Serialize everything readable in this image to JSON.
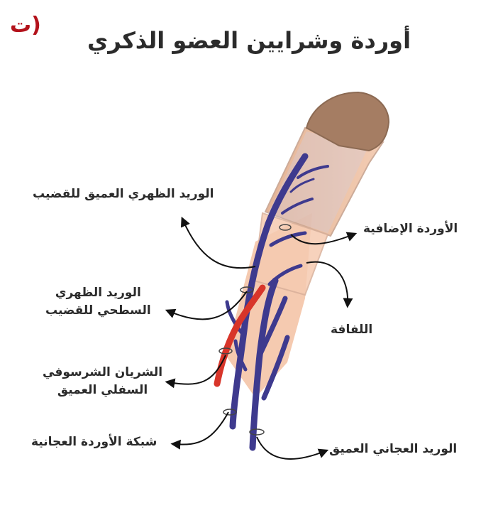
{
  "header": {
    "badge": "(ت",
    "title": "أوردة وشرايين العضو الذكري"
  },
  "labels": {
    "deep_dorsal_vein": "الوريد الظهري العميق للقضيب",
    "superficial_dorsal_vein_1": "الوريد الظهري",
    "superficial_dorsal_vein_2": "السطحي للقضيب",
    "deep_artery_1": "الشريان الشرسوفي",
    "deep_artery_2": "السفلي العميق",
    "perineal_plexus": "شبكة الأوردة العجانية",
    "emissary_veins": "الأوردة الإضافية",
    "circumflex": "اللفافة",
    "deep_perineal_vein": "الوريد العجاني العميق"
  },
  "colors": {
    "vein": "#3e3a8e",
    "artery": "#d8352a",
    "skin": "#e9b596",
    "glans": "#a57d63"
  }
}
